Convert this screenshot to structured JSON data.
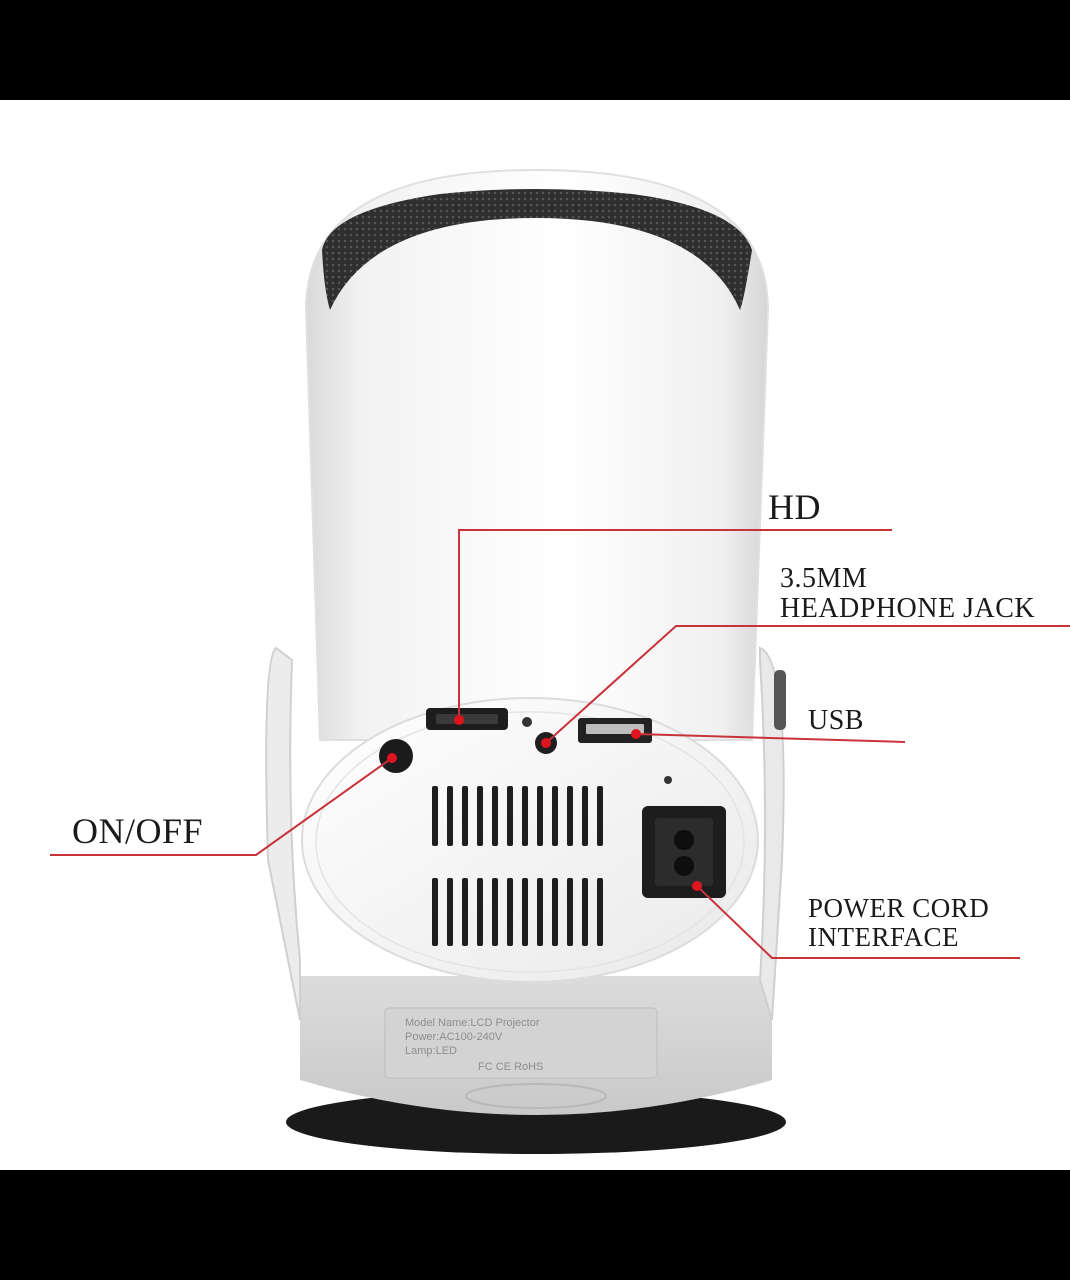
{
  "labels": {
    "hd": "HD",
    "headphone_line1": "3.5MM",
    "headphone_line2": "HEADPHONE JACK",
    "usb": "USB",
    "onoff": "ON/OFF",
    "power_line1": "POWER CORD",
    "power_line2": "INTERFACE"
  },
  "sticker": {
    "line1": "Model Name:LCD Projector",
    "line2": "Power:AC100-240V",
    "line3": "Lamp:LED",
    "marks": "FC CE RoHS"
  },
  "colors": {
    "leader_line": "#c8333a",
    "callout_dot": "#e0141e",
    "body": "#f4f4f4"
  }
}
